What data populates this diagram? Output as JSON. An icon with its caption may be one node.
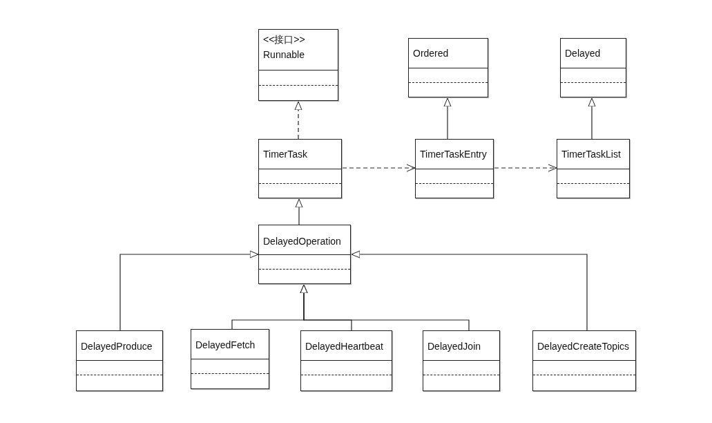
{
  "diagram": {
    "nodes": [
      {
        "text": [
          "<<接口>>",
          "Runnable"
        ]
      },
      {
        "text": [
          "Ordered"
        ]
      },
      {
        "text": [
          "Delayed"
        ]
      },
      {
        "text": [
          "TimerTask"
        ]
      },
      {
        "text": [
          "TimerTaskEntry"
        ]
      },
      {
        "text": [
          "TimerTaskList"
        ]
      },
      {
        "text": [
          "DelayedOperation"
        ]
      },
      {
        "text": [
          "DelayedProduce"
        ]
      },
      {
        "text": [
          "DelayedFetch"
        ]
      },
      {
        "text": [
          "DelayedHeartbeat"
        ]
      },
      {
        "text": [
          "DelayedJoin"
        ]
      },
      {
        "text": [
          "DelayedCreateTopics"
        ]
      }
    ],
    "edges": [
      {
        "from": 3,
        "to": 0,
        "arrow": "to",
        "style": "dashed"
      },
      {
        "from": 4,
        "to": 1,
        "arrow": "to"
      },
      {
        "from": 5,
        "to": 2,
        "arrow": "to"
      },
      {
        "from": 3,
        "to": 4,
        "arrow": "to",
        "style": "dashed"
      },
      {
        "from": 4,
        "to": 5,
        "arrow": "to",
        "style": "dashed"
      },
      {
        "from": 6,
        "to": 3,
        "arrow": "to"
      },
      {
        "from": 7,
        "to": 6,
        "arrow": "to"
      },
      {
        "from": 8,
        "to": 6,
        "arrow": "to"
      },
      {
        "from": 9,
        "to": 6,
        "arrow": "to"
      },
      {
        "from": 10,
        "to": 6,
        "arrow": "to"
      },
      {
        "from": 11,
        "to": 6,
        "arrow": "to"
      }
    ]
  }
}
